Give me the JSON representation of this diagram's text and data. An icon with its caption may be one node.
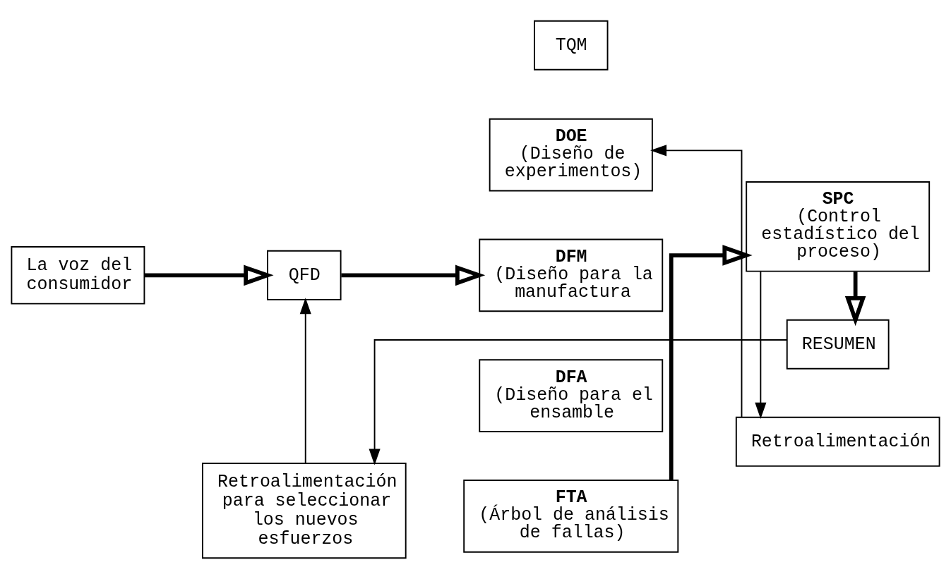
{
  "diagram": {
    "nodes": [
      {
        "text": [
          "TQM"
        ]
      },
      {
        "text": [
          "La voz del consumidor"
        ]
      },
      {
        "text": [
          "QFD"
        ]
      },
      {
        "text": [
          "DOE",
          "(Diseño de experimentos)"
        ]
      },
      {
        "text": [
          "DFM",
          "(Diseño para la manufactura"
        ]
      },
      {
        "text": [
          "DFA",
          "(Diseño para el ensamble"
        ]
      },
      {
        "text": [
          "FTA",
          "(Árbol de análisis de fallas)"
        ]
      },
      {
        "text": [
          "SPC",
          "(Control estadístico del proceso)"
        ]
      },
      {
        "text": [
          "Retroalimentación"
        ]
      },
      {
        "text": [
          "RESUMEN"
        ]
      },
      {
        "text": [
          "Retroalimentación para seleccionar los nuevos esfuerzos"
        ]
      }
    ],
    "edges": [
      {
        "from": 1,
        "to": 2,
        "arrow": "to",
        "style": "thick"
      },
      {
        "from": 2,
        "to": 4,
        "arrow": "to",
        "style": "thick"
      },
      {
        "from": 6,
        "to": 7,
        "arrow": "to",
        "style": "thick"
      },
      {
        "from": 7,
        "to": 8,
        "arrow": "to"
      },
      {
        "from": 8,
        "to": 3,
        "arrow": "to"
      },
      {
        "from": 7,
        "to": 9,
        "arrow": "to",
        "style": "thick"
      },
      {
        "from": 9,
        "to": 10,
        "arrow": "to"
      },
      {
        "from": 10,
        "to": 2,
        "arrow": "to"
      }
    ]
  }
}
